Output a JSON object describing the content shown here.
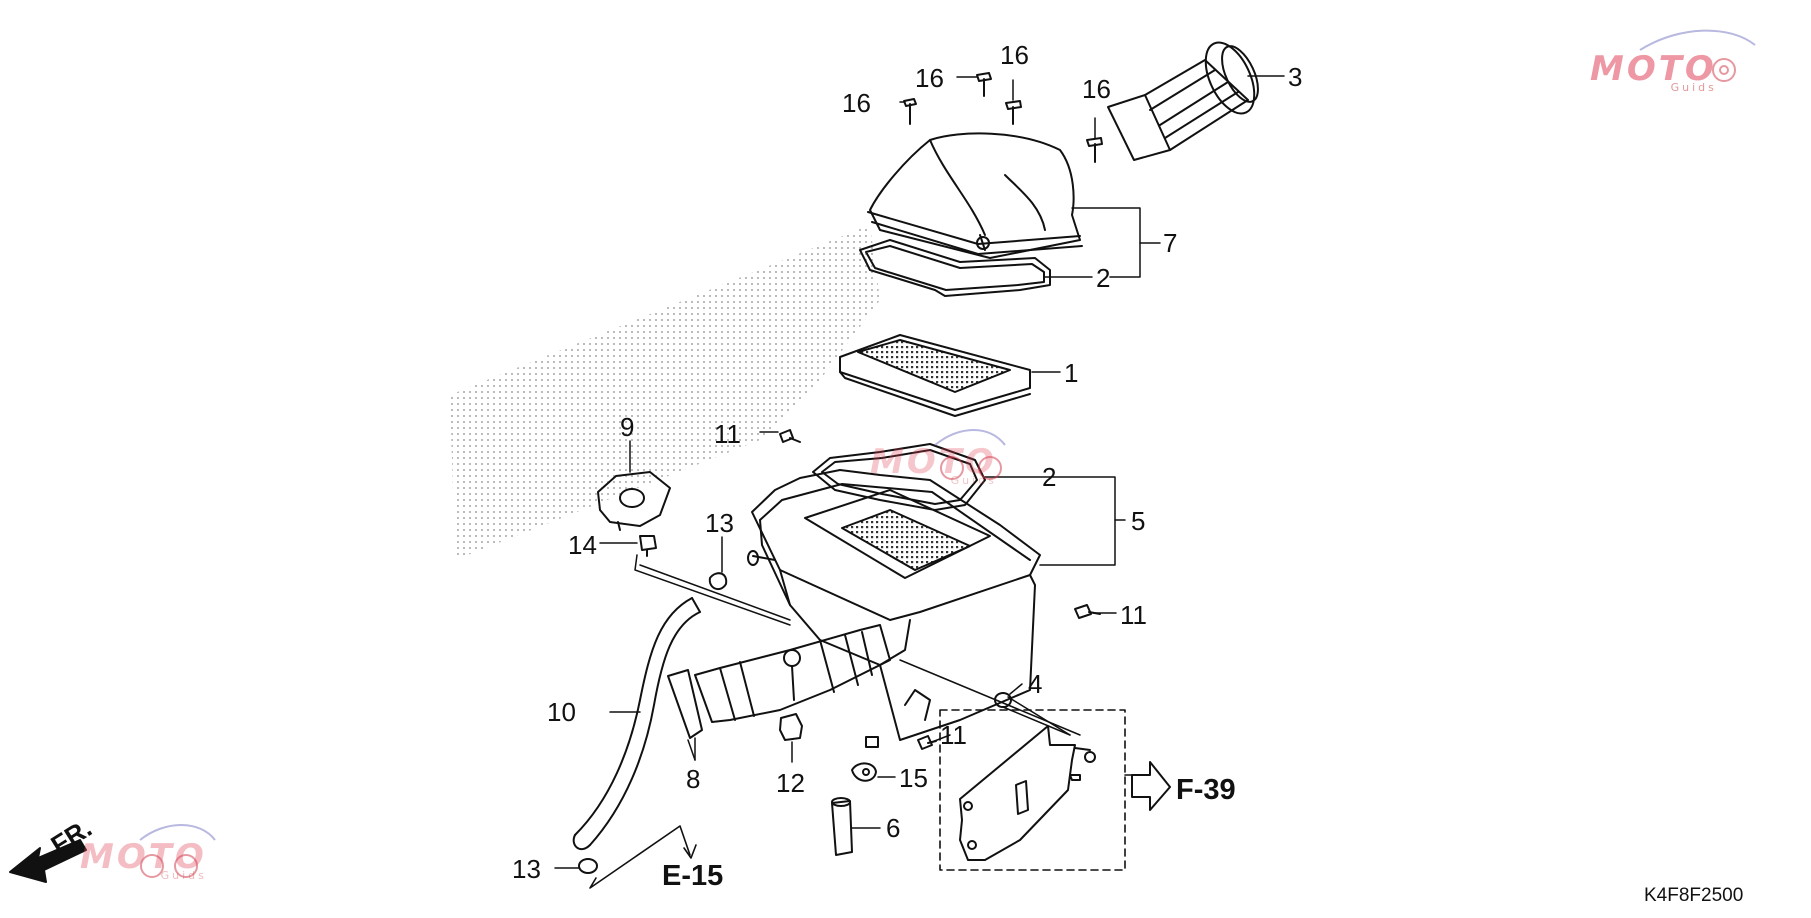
{
  "diagram_code": "K4F8F2500",
  "direction_label": "FR.",
  "watermark": {
    "brand": "MOTO",
    "sub": "Guids",
    "color": "#e0455a",
    "icon": "gear-icon"
  },
  "references": [
    {
      "id": "ref-f39",
      "text": "F-39"
    },
    {
      "id": "ref-e15",
      "text": "E-15"
    }
  ],
  "part_labels": [
    {
      "id": "label-16a",
      "number": "16"
    },
    {
      "id": "label-16b",
      "number": "16"
    },
    {
      "id": "label-16c",
      "number": "16"
    },
    {
      "id": "label-16d",
      "number": "16"
    },
    {
      "id": "label-3",
      "number": "3"
    },
    {
      "id": "label-7",
      "number": "7"
    },
    {
      "id": "label-2a",
      "number": "2"
    },
    {
      "id": "label-1",
      "number": "1"
    },
    {
      "id": "label-9",
      "number": "9"
    },
    {
      "id": "label-11a",
      "number": "11"
    },
    {
      "id": "label-2b",
      "number": "2"
    },
    {
      "id": "label-5",
      "number": "5"
    },
    {
      "id": "label-13a",
      "number": "13"
    },
    {
      "id": "label-14",
      "number": "14"
    },
    {
      "id": "label-11b",
      "number": "11"
    },
    {
      "id": "label-4",
      "number": "4"
    },
    {
      "id": "label-10",
      "number": "10"
    },
    {
      "id": "label-11c",
      "number": "11"
    },
    {
      "id": "label-8",
      "number": "8"
    },
    {
      "id": "label-12",
      "number": "12"
    },
    {
      "id": "label-15",
      "number": "15"
    },
    {
      "id": "label-6",
      "number": "6"
    },
    {
      "id": "label-13b",
      "number": "13"
    }
  ]
}
